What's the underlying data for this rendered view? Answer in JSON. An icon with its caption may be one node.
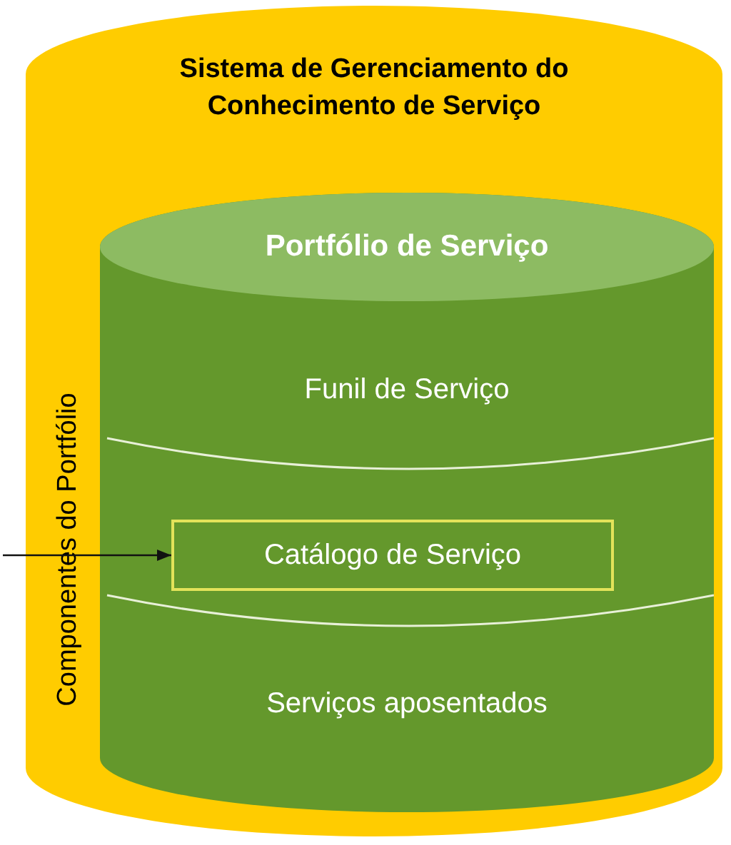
{
  "diagram": {
    "nodes": [
      {
        "text": [
          "Sistema de Gerenciamento do Conhecimento de Serviço"
        ]
      },
      {
        "text": [
          "Portfólio de Serviço"
        ],
        "in": 0
      },
      {
        "text": [
          "Funil de Serviço"
        ],
        "in": 1
      },
      {
        "text": [
          "Catálogo de Serviço"
        ],
        "in": 1
      },
      {
        "text": [
          "Serviços aposentados"
        ],
        "in": 1
      }
    ],
    "edges": [
      {
        "from": null,
        "to": 3,
        "arrow": "to"
      }
    ],
    "labels": [
      "Componentes do Portfólio"
    ]
  }
}
